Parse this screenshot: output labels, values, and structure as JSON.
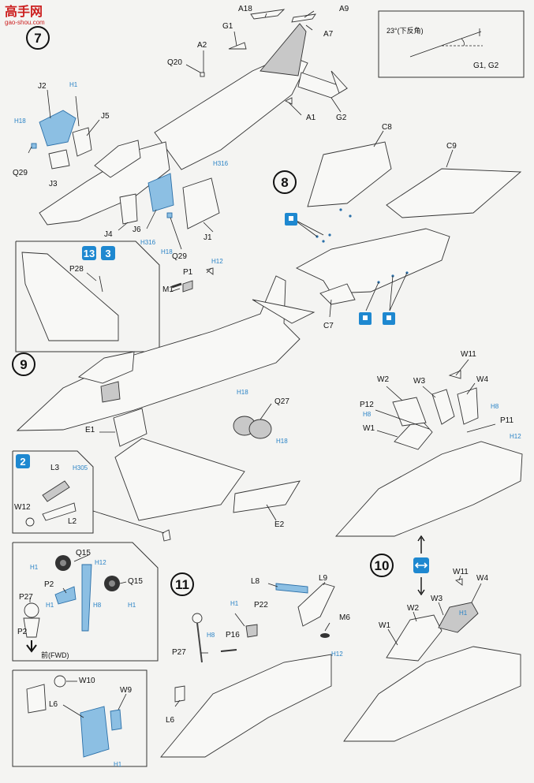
{
  "watermark": {
    "name": "高手网",
    "url": "gao-shou.com"
  },
  "steps": [
    "7",
    "8",
    "9",
    "10",
    "11"
  ],
  "inset_variants": {
    "v13": "13",
    "v2": "2"
  },
  "inset_angle": {
    "text": "23°(下反角)",
    "parts": "G1, G2"
  },
  "labels": {
    "A18": "A18",
    "A9": "A9",
    "A7": "A7",
    "G1": "G1",
    "A2": "A2",
    "Q20": "Q20",
    "A1": "A1",
    "G2": "G2",
    "J2": "J2",
    "J5": "J5",
    "Q29a": "Q29",
    "J3": "J3",
    "J4": "J4",
    "J6": "J6",
    "J1": "J1",
    "Q29b": "Q29",
    "C8": "C8",
    "C9": "C9",
    "C7": "C7",
    "P28": "P28",
    "M1": "M1",
    "P1": "P1",
    "E1": "E1",
    "Q27": "Q27",
    "E2": "E2",
    "L3": "L3",
    "W12": "W12",
    "L2": "L2",
    "W11a": "W11",
    "W4a": "W4",
    "W2a": "W2",
    "W3a": "W3",
    "P12": "P12",
    "P11": "P11",
    "W1a": "W1",
    "Q15a": "Q15",
    "Q15b": "Q15",
    "P2a": "P2",
    "P27a": "P27",
    "P2b": "P2",
    "fwd": "前(FWD)",
    "W10": "W10",
    "W9": "W9",
    "L6a": "L6",
    "L8": "L8",
    "L9": "L9",
    "M6": "M6",
    "P22": "P22",
    "P16": "P16",
    "P27b": "P27",
    "L6b": "L6",
    "W11b": "W11",
    "W4b": "W4",
    "W3b": "W3",
    "W2b": "W2",
    "W1b": "W1"
  },
  "colors": {
    "H1": "H1",
    "H18a": "H18",
    "H316a": "H316",
    "H316b": "H316",
    "H18b": "H18",
    "H12a": "H12",
    "H18c": "H18",
    "H18d": "H18",
    "H305": "H305",
    "H8a": "H8",
    "H8b": "H8",
    "H12b": "H12",
    "H1b": "H1",
    "H12c": "H12",
    "H1c": "H1",
    "H8c": "H8",
    "H1d": "H1",
    "H1e": "H1",
    "H1f": "H1",
    "H8d": "H8",
    "H12d": "H12",
    "H1g": "H1"
  },
  "accent_color": "#2a83c6",
  "badge_color": "#1e88d0"
}
